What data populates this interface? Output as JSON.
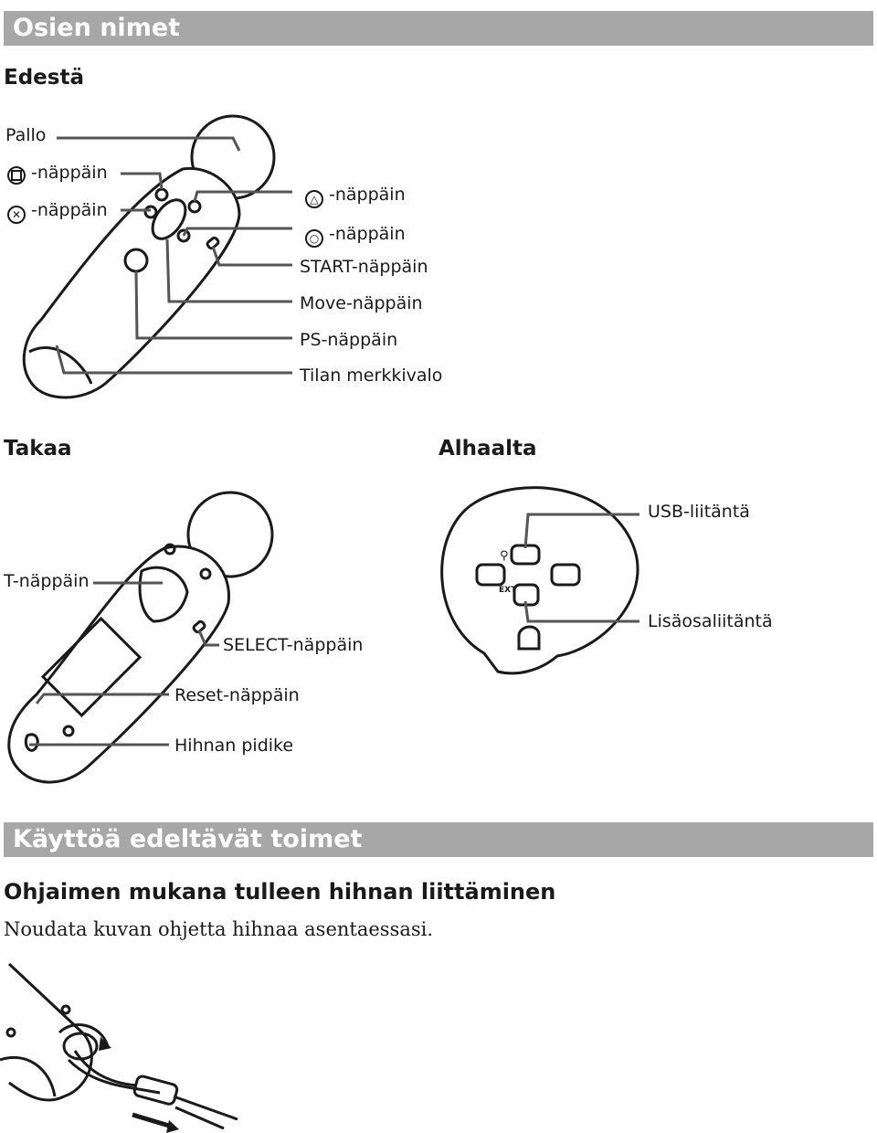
{
  "sections": {
    "part_names": "Osien nimet",
    "before_use": "Käyttöä edeltävät toimet"
  },
  "front": {
    "heading": "Edestä",
    "labels": {
      "ball": "Pallo",
      "square": "-näppäin",
      "cross": "-näppäin",
      "triangle": "-näppäin",
      "circle": "-näppäin",
      "start": "START-näppäin",
      "move": "Move-näppäin",
      "ps": "PS-näppäin",
      "status": "Tilan merkkivalo"
    }
  },
  "back": {
    "heading": "Takaa",
    "labels": {
      "t": "T-näppäin",
      "select": "SELECT-näppäin",
      "reset": "Reset-näppäin",
      "strap": "Hihnan pidike"
    }
  },
  "bottom": {
    "heading": "Alhaalta",
    "labels": {
      "usb": "USB-liitäntä",
      "ext": "Lisäosaliitäntä"
    },
    "port_mark": "EXT"
  },
  "strap": {
    "heading": "Ohjaimen mukana tulleen hihnan liittäminen",
    "instruction": "Noudata kuvan ohjetta hihnaa asentaessasi."
  }
}
